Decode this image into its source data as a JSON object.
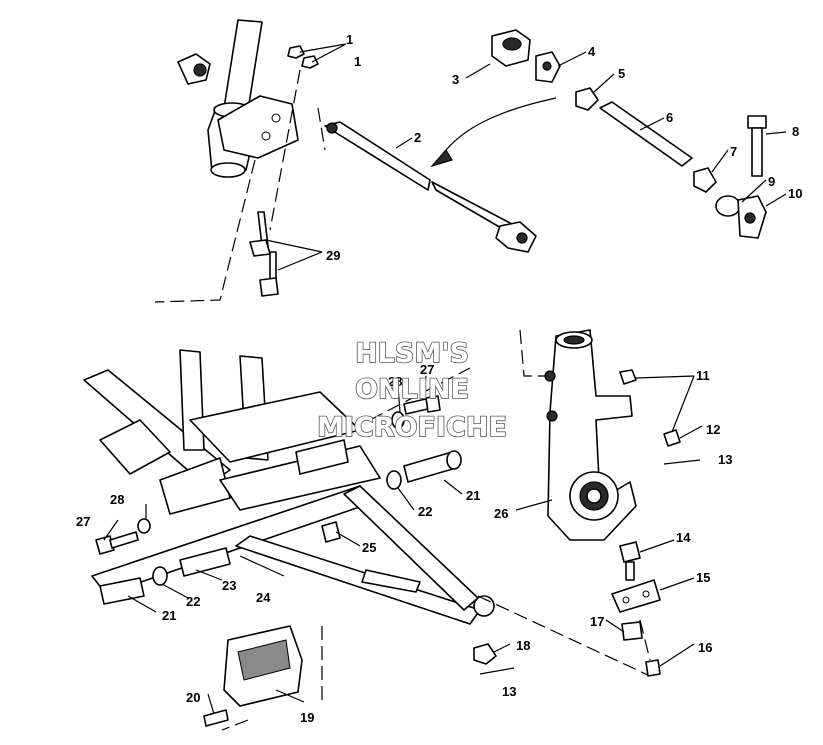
{
  "watermark": {
    "line1": "HLSM'S",
    "line2": "ONLINE",
    "line3": "MICROFICHE"
  },
  "callouts": [
    "1",
    "1",
    "2",
    "3",
    "4",
    "5",
    "6",
    "7",
    "8",
    "9",
    "10",
    "11",
    "12",
    "13",
    "13",
    "14",
    "15",
    "16",
    "17",
    "18",
    "19",
    "20",
    "21",
    "21",
    "22",
    "22",
    "23",
    "24",
    "25",
    "26",
    "27",
    "27",
    "28",
    "28",
    "29"
  ],
  "colors": {
    "ink": "#000000",
    "paper": "#ffffff",
    "watermark_outline": "#5a5a5a"
  }
}
